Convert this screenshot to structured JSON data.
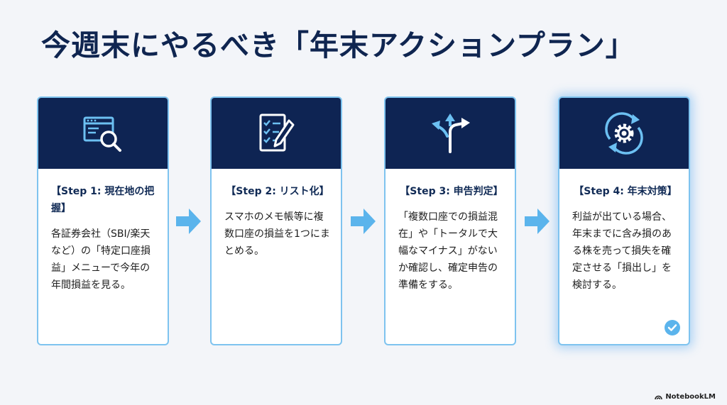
{
  "title": "今週末にやるべき「年末アクションプラン」",
  "steps": [
    {
      "title": "【Step 1: 現在地の把握】",
      "text": "各証券会社（SBI/楽天など）の「特定口座損益」メニューで今年の年間損益を見る。",
      "icon": "search-window-icon"
    },
    {
      "title": "【Step 2: リスト化】",
      "text": "スマホのメモ帳等に複数口座の損益を1つにまとめる。",
      "icon": "checklist-pencil-icon"
    },
    {
      "title": "【Step 3: 申告判定】",
      "text": "「複数口座での損益混在」や「トータルで大幅なマイナス」がないか確認し、確定申告の準備をする。",
      "icon": "split-arrow-icon"
    },
    {
      "title": "【Step 4: 年末対策】",
      "text": "利益が出ている場合、年末までに含み損のある株を売って損失を確定させる「損出し」を検討する。",
      "icon": "gear-cycle-icon"
    }
  ],
  "brand": "NotebookLM",
  "colors": {
    "navy": "#0e2453",
    "accent": "#5bb4ec",
    "card_border": "#7ec3ef"
  }
}
